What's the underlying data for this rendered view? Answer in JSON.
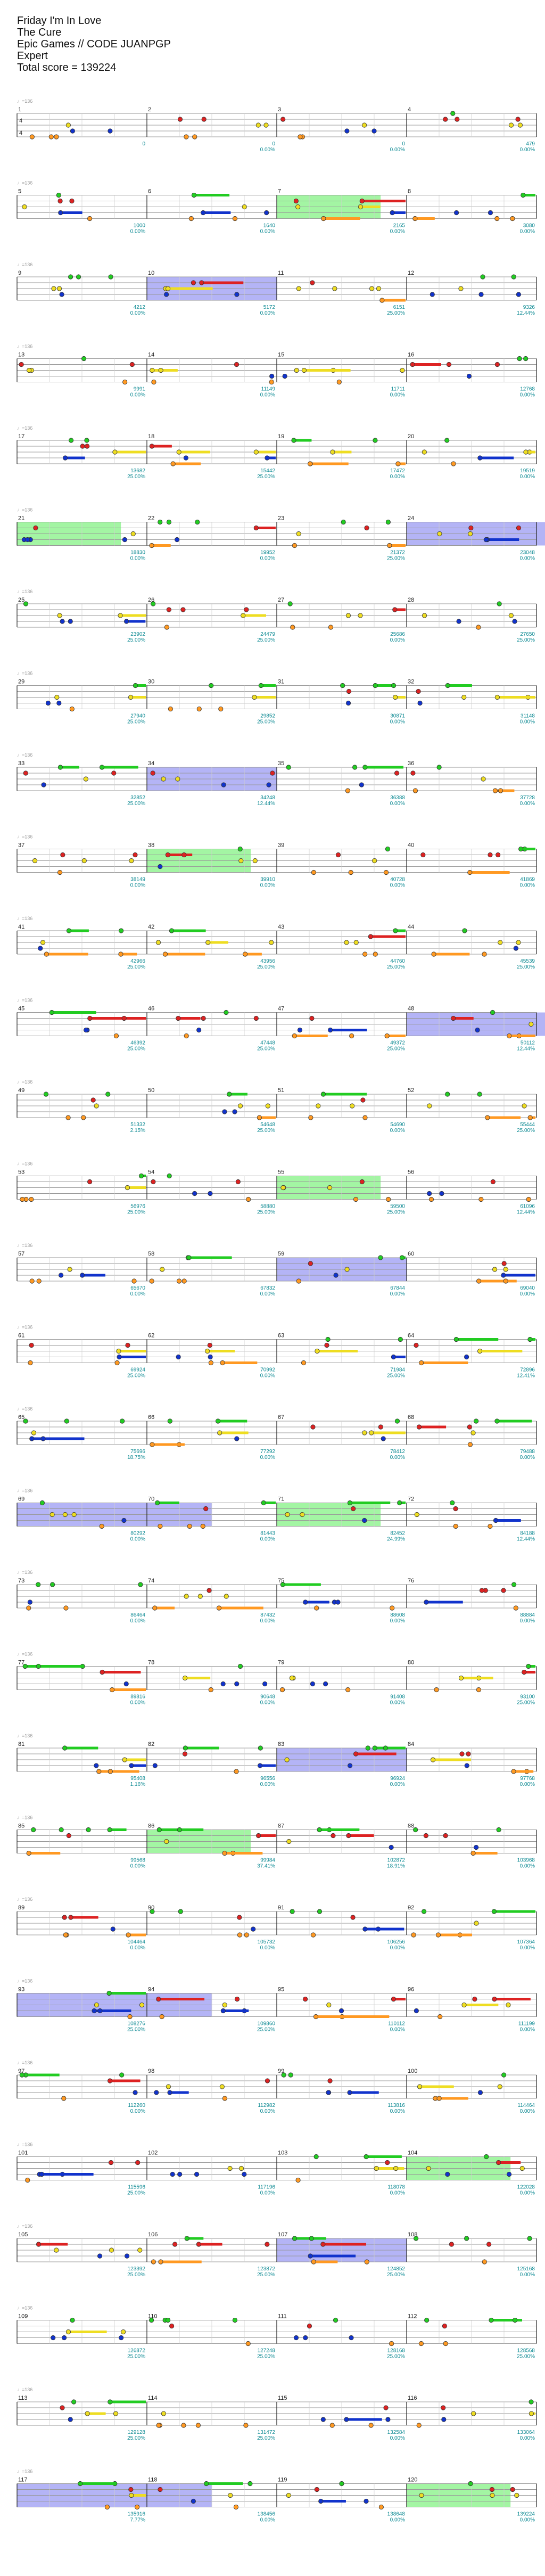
{
  "song": {
    "title": "Friday I'm In Love",
    "artist": "The Cure",
    "charter": "Epic Games // CODE JUANPGP",
    "difficulty": "Expert",
    "total_score": "Total score = 139224"
  },
  "time_signature": [
    "4",
    "4"
  ],
  "tempo_marker": "♩=136",
  "colors": {
    "green": "#22cc22",
    "red": "#dd2222",
    "yellow": "#eedd22",
    "blue": "#1133cc",
    "orange": "#ff9922",
    "star_power": "#7777ee",
    "activation": "#66ee66"
  },
  "rows": [
    {
      "m": [
        1,
        2,
        3,
        4
      ],
      "scores": [
        "0",
        "0",
        "0",
        "479"
      ],
      "pct": [
        "",
        "0.00%",
        "0.00%",
        "0.00%"
      ]
    },
    {
      "m": [
        5,
        6,
        7,
        8
      ],
      "scores": [
        "1000",
        "1640",
        "2165",
        "3080"
      ],
      "pct": [
        "0.00%",
        "0.00%",
        "0.00%",
        "0.00%"
      ]
    },
    {
      "m": [
        9,
        10,
        11,
        12
      ],
      "scores": [
        "4212",
        "5172",
        "6151",
        "9326"
      ],
      "pct": [
        "0.00%",
        "0.00%",
        "25.00%",
        "12.44%"
      ]
    },
    {
      "m": [
        13,
        14,
        15,
        16
      ],
      "scores": [
        "9991",
        "11149",
        "11711",
        "12768"
      ],
      "pct": [
        "0.00%",
        "0.00%",
        "0.00%",
        "0.00%"
      ]
    },
    {
      "m": [
        17,
        18,
        19,
        20
      ],
      "scores": [
        "13682",
        "15442",
        "17472",
        "19519"
      ],
      "pct": [
        "25.00%",
        "25.00%",
        "0.00%",
        "0.00%"
      ]
    },
    {
      "m": [
        21,
        22,
        23,
        24
      ],
      "scores": [
        "18830",
        "19952",
        "21372",
        "23048"
      ],
      "pct": [
        "0.00%",
        "0.00%",
        "25.00%",
        "0.00%"
      ]
    },
    {
      "m": [
        25,
        26,
        27,
        28
      ],
      "scores": [
        "23902",
        "24479",
        "25686",
        "27650"
      ],
      "pct": [
        "25.00%",
        "25.00%",
        "0.00%",
        "25.00%"
      ]
    },
    {
      "m": [
        29,
        30,
        31,
        32
      ],
      "scores": [
        "27940",
        "29852",
        "30871",
        "31148"
      ],
      "pct": [
        "25.00%",
        "25.00%",
        "0.00%",
        "0.00%"
      ]
    },
    {
      "m": [
        33,
        34,
        35,
        36
      ],
      "scores": [
        "32852",
        "34248",
        "36388",
        "37728"
      ],
      "pct": [
        "25.00%",
        "12.44%",
        "0.00%",
        "0.00%"
      ]
    },
    {
      "m": [
        37,
        38,
        39,
        40
      ],
      "scores": [
        "38149",
        "39910",
        "40728",
        "41869"
      ],
      "pct": [
        "0.00%",
        "0.00%",
        "0.00%",
        "0.00%"
      ]
    },
    {
      "m": [
        41,
        42,
        43,
        44
      ],
      "scores": [
        "42966",
        "43956",
        "44760",
        "45539"
      ],
      "pct": [
        "25.00%",
        "25.00%",
        "25.00%",
        "25.00%"
      ]
    },
    {
      "m": [
        45,
        46,
        47,
        48
      ],
      "scores": [
        "46392",
        "47448",
        "49372",
        "50112"
      ],
      "pct": [
        "25.00%",
        "25.00%",
        "25.00%",
        "12.44%"
      ]
    },
    {
      "m": [
        49,
        50,
        51,
        52
      ],
      "scores": [
        "51332",
        "54648",
        "54690",
        "55444"
      ],
      "pct": [
        "2.15%",
        "25.00%",
        "0.00%",
        "25.00%"
      ]
    },
    {
      "m": [
        53,
        54,
        55,
        56
      ],
      "scores": [
        "56976",
        "58880",
        "59500",
        "61096"
      ],
      "pct": [
        "25.00%",
        "25.00%",
        "25.00%",
        "12.44%"
      ]
    },
    {
      "m": [
        57,
        58,
        59,
        60
      ],
      "scores": [
        "65670",
        "67832",
        "67844",
        "69040"
      ],
      "pct": [
        "0.00%",
        "0.00%",
        "0.00%",
        "0.00%"
      ]
    },
    {
      "m": [
        61,
        62,
        63,
        64
      ],
      "scores": [
        "69924",
        "70992",
        "71984",
        "72896"
      ],
      "pct": [
        "25.00%",
        "0.00%",
        "25.00%",
        "12.41%"
      ]
    },
    {
      "m": [
        65,
        66,
        67,
        68
      ],
      "scores": [
        "75696",
        "77292",
        "78412",
        "79488"
      ],
      "pct": [
        "18.75%",
        "0.00%",
        "0.00%",
        "0.00%"
      ]
    },
    {
      "m": [
        69,
        70,
        71,
        72
      ],
      "scores": [
        "80292",
        "81443",
        "82452",
        "84188"
      ],
      "pct": [
        "0.00%",
        "0.00%",
        "24.99%",
        "12.44%"
      ]
    },
    {
      "m": [
        73,
        74,
        75,
        76
      ],
      "scores": [
        "86464",
        "87432",
        "88608",
        "88884"
      ],
      "pct": [
        "0.00%",
        "0.00%",
        "0.00%",
        "0.00%"
      ]
    },
    {
      "m": [
        77,
        78,
        79,
        80
      ],
      "scores": [
        "89816",
        "90648",
        "91408",
        "93100"
      ],
      "pct": [
        "0.00%",
        "0.00%",
        "0.00%",
        "25.00%"
      ]
    },
    {
      "m": [
        81,
        82,
        83,
        84
      ],
      "scores": [
        "95408",
        "96556",
        "96924",
        "97768"
      ],
      "pct": [
        "1.16%",
        "0.00%",
        "0.00%",
        "0.00%"
      ]
    },
    {
      "m": [
        85,
        86,
        87,
        88
      ],
      "scores": [
        "99568",
        "99984",
        "102872",
        "103968"
      ],
      "pct": [
        "0.00%",
        "37.41%",
        "18.91%",
        "0.00%"
      ]
    },
    {
      "m": [
        89,
        90,
        91,
        92
      ],
      "scores": [
        "104464",
        "105732",
        "106256",
        "107364"
      ],
      "pct": [
        "0.00%",
        "0.00%",
        "0.00%",
        "0.00%"
      ]
    },
    {
      "m": [
        93,
        94,
        95,
        96
      ],
      "scores": [
        "108276",
        "109860",
        "110112",
        "111199"
      ],
      "pct": [
        "25.00%",
        "25.00%",
        "0.00%",
        "0.00%"
      ]
    },
    {
      "m": [
        97,
        98,
        99,
        100
      ],
      "scores": [
        "112260",
        "112982",
        "113816",
        "114464"
      ],
      "pct": [
        "0.00%",
        "0.00%",
        "0.00%",
        "0.00%"
      ]
    },
    {
      "m": [
        101,
        102,
        103,
        104
      ],
      "scores": [
        "115596",
        "117196",
        "118078",
        "122028"
      ],
      "pct": [
        "25.00%",
        "0.00%",
        "0.00%",
        "0.00%"
      ]
    },
    {
      "m": [
        105,
        106,
        107,
        108
      ],
      "scores": [
        "123392",
        "123872",
        "124852",
        "125168"
      ],
      "pct": [
        "25.00%",
        "25.00%",
        "25.00%",
        "0.00%"
      ]
    },
    {
      "m": [
        109,
        110,
        111,
        112
      ],
      "scores": [
        "126872",
        "127248",
        "128168",
        "128568"
      ],
      "pct": [
        "25.00%",
        "25.00%",
        "25.00%",
        "25.00%"
      ]
    },
    {
      "m": [
        113,
        114,
        115,
        116
      ],
      "scores": [
        "129128",
        "131472",
        "132584",
        "133064"
      ],
      "pct": [
        "25.00%",
        "25.00%",
        "0.00%",
        "0.00%"
      ]
    },
    {
      "m": [
        117,
        118,
        119,
        120
      ],
      "scores": [
        "135916",
        "138456",
        "138648",
        "139224"
      ],
      "pct": [
        "7.77%",
        "0.00%",
        "0.00%",
        "0.00%"
      ]
    }
  ]
}
